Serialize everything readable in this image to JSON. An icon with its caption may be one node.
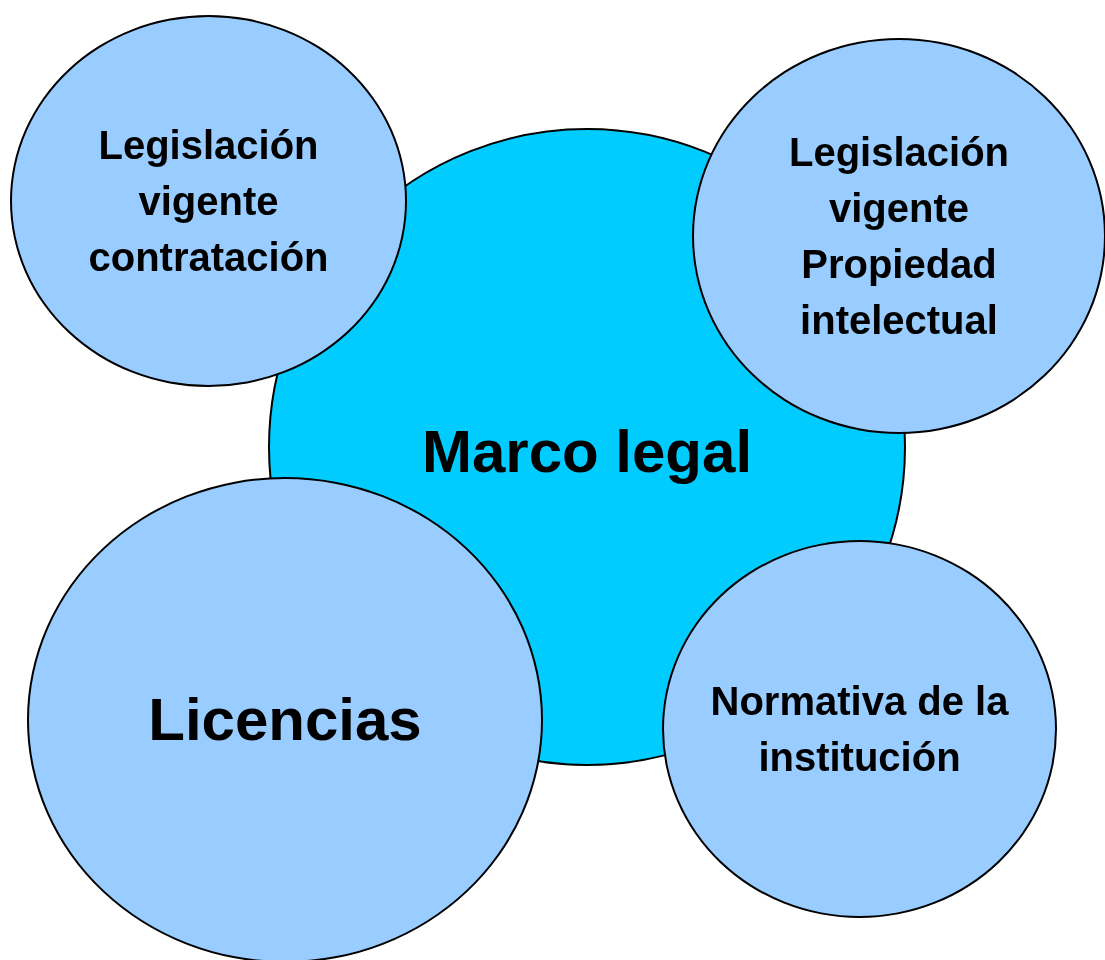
{
  "diagram": {
    "nodes": [
      {
        "text": [
          "Marco legal"
        ]
      },
      {
        "text": [
          "Legislación vigente contratación"
        ]
      },
      {
        "text": [
          "Legislación vigente Propiedad intelectual"
        ]
      },
      {
        "text": [
          "Licencias"
        ]
      },
      {
        "text": [
          "Normativa de la institución"
        ]
      }
    ]
  }
}
